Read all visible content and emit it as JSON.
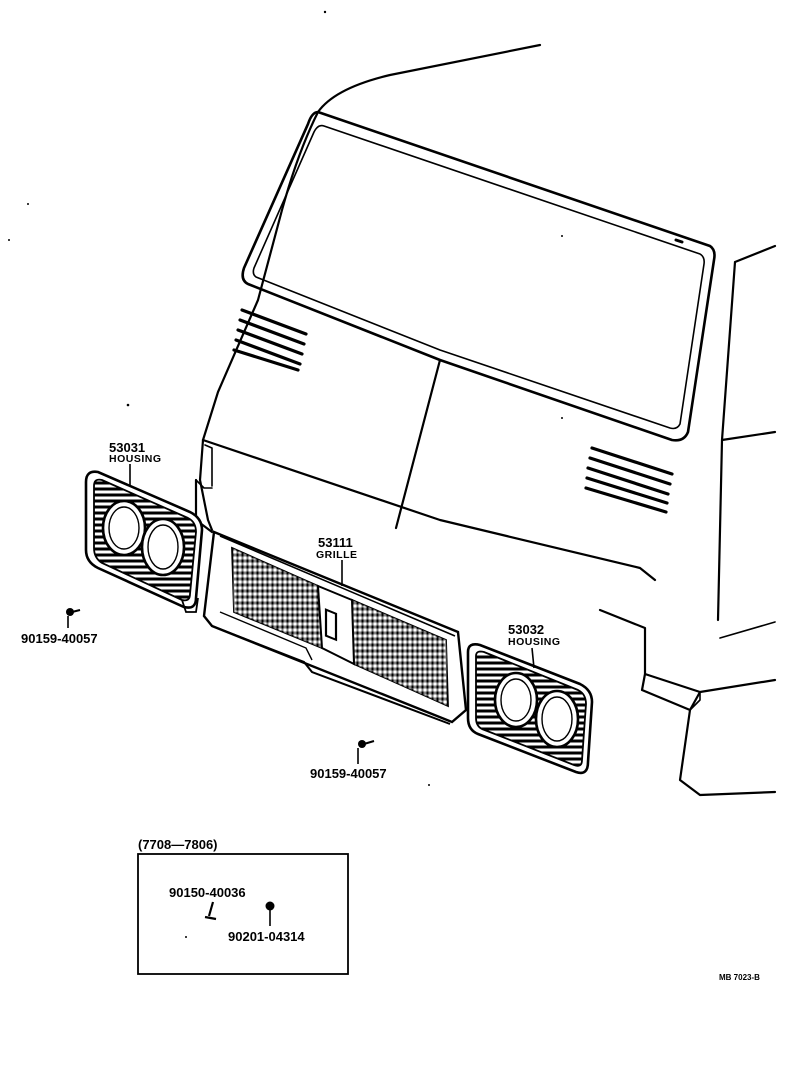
{
  "parts": {
    "housing_left": {
      "number": "53031",
      "name": "HOUSING"
    },
    "grille": {
      "number": "53111",
      "name": "GRILLE"
    },
    "housing_right": {
      "number": "53032",
      "name": "HOUSING"
    },
    "screw_left": {
      "code": "90159-40057"
    },
    "screw_center": {
      "code": "90159-40057"
    }
  },
  "inset": {
    "range": "(7708—7806)",
    "screw": {
      "code": "90150-40036"
    },
    "washer": {
      "code": "90201-04314"
    }
  },
  "figure_ref": "MB 7023-B"
}
